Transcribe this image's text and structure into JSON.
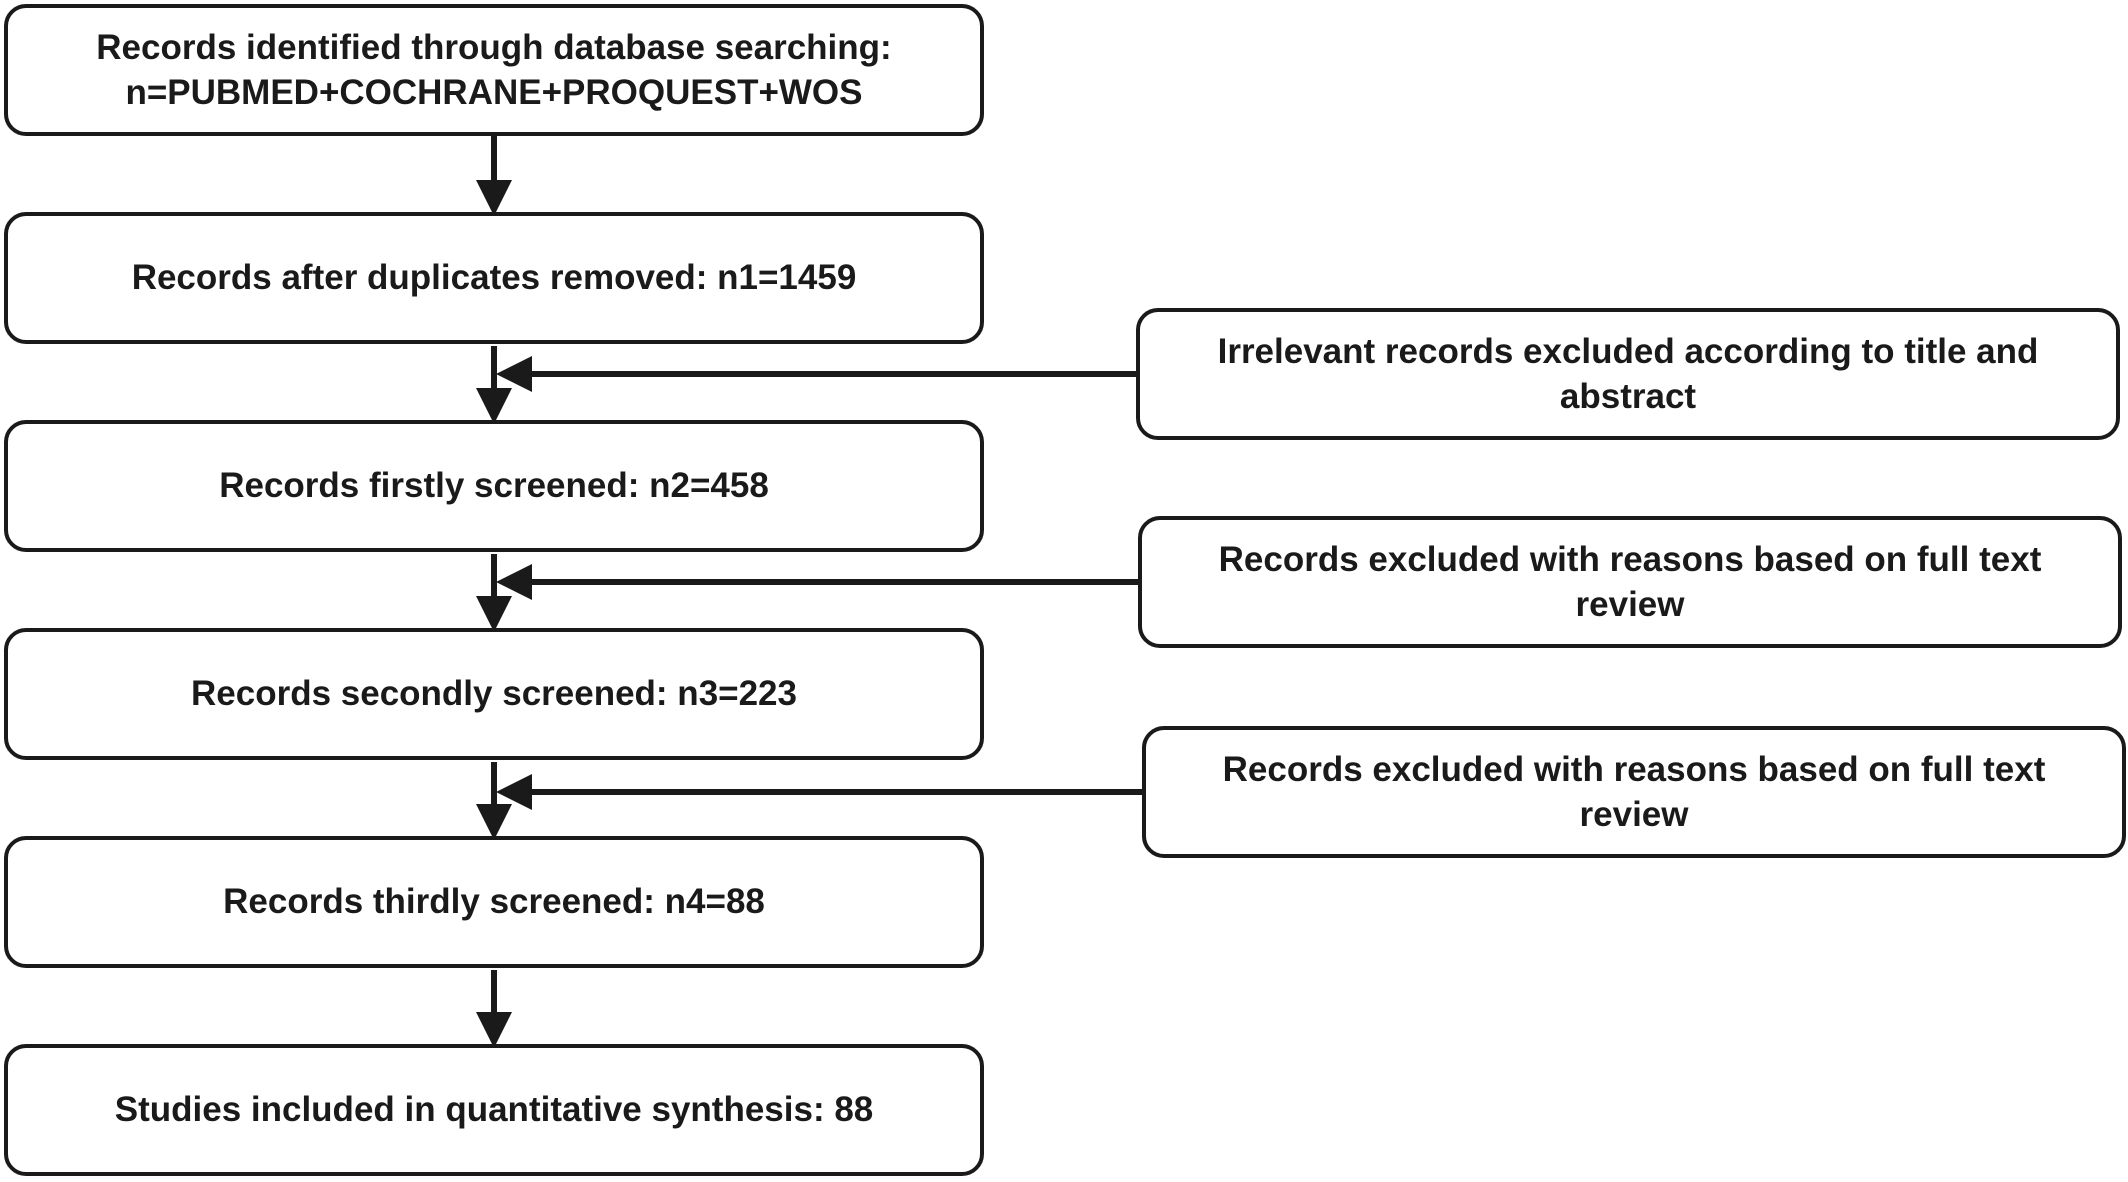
{
  "flow": {
    "identified": {
      "line1": "Records identified through database searching:",
      "line2": "n=PUBMED+COCHRANE+PROQUEST+WOS"
    },
    "after_duplicates": "Records after duplicates removed: n1=1459",
    "first_screen": "Records firstly screened: n2=458",
    "second_screen": "Records secondly screened: n3=223",
    "third_screen": "Records thirdly screened: n4=88",
    "included": "Studies included in quantitative synthesis: 88"
  },
  "exclusions": {
    "title_abstract": "Irrelevant records excluded according to title and abstract",
    "full_text_1": "Records excluded with reasons based on full text review",
    "full_text_2": "Records excluded with reasons based on full text review"
  },
  "colors": {
    "stroke": "#1a1a1a",
    "background": "#ffffff"
  }
}
